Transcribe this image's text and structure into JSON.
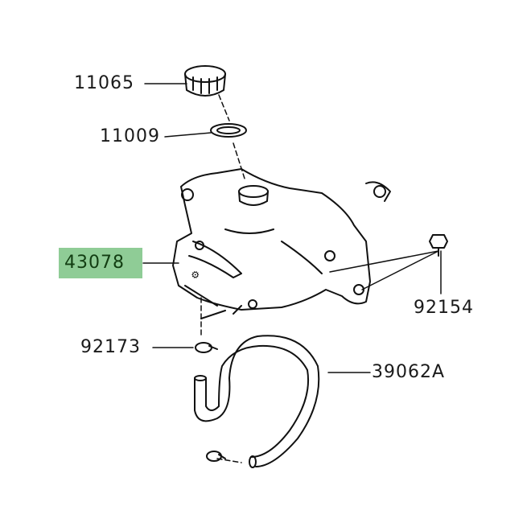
{
  "parts": [
    {
      "id": "cap",
      "number": "11065"
    },
    {
      "id": "gasket",
      "number": "11009"
    },
    {
      "id": "reserve-tank",
      "number": "43078",
      "highlighted": true
    },
    {
      "id": "bolt",
      "number": "92154"
    },
    {
      "id": "clamp",
      "number": "92173"
    },
    {
      "id": "hose",
      "number": "39062A"
    }
  ],
  "colors": {
    "highlight": "#8fcc96",
    "line": "#111111"
  }
}
